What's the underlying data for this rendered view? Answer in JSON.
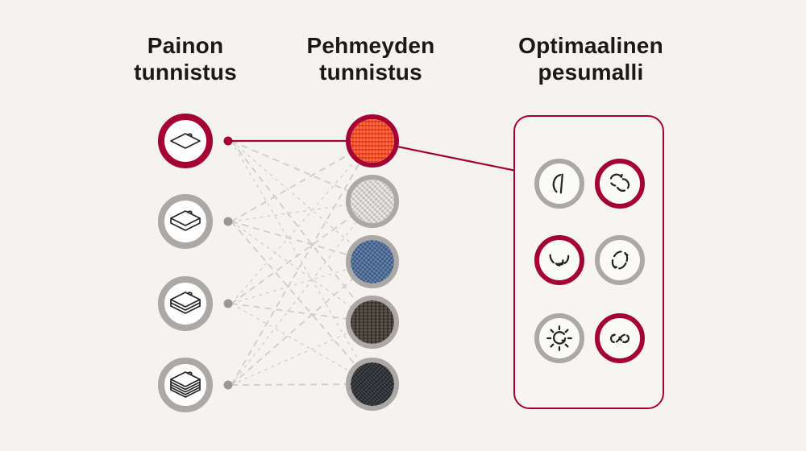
{
  "colors": {
    "background": "#f4f3f2",
    "accent": "#a50034",
    "gray_ring": "#aba8a5",
    "gray_dot": "#9a9795",
    "dashed_line": "#cfccc9",
    "icon_stroke": "#232321",
    "box_fill": "#f6f5f4",
    "node_fill": "#ffffff",
    "title_color": "#1a1918"
  },
  "columns": [
    {
      "id": "weight",
      "title_lines": [
        "Painon",
        "tunnistus"
      ]
    },
    {
      "id": "softness",
      "title_lines": [
        "Pehmeyden",
        "tunnistus"
      ]
    },
    {
      "id": "program",
      "title_lines": [
        "Optimaalinen",
        "pesumalli"
      ]
    }
  ],
  "weight_nodes": [
    {
      "name": "load-single-sheet",
      "icon": "fabric-sheet-icon",
      "layers": 1,
      "highlighted": true
    },
    {
      "name": "load-thin-stack",
      "icon": "fabric-slab-icon",
      "layers": 2,
      "highlighted": false
    },
    {
      "name": "load-medium-stack",
      "icon": "fabric-stack-3-icon",
      "layers": 3,
      "highlighted": false
    },
    {
      "name": "load-large-stack",
      "icon": "fabric-stack-5-icon",
      "layers": 5,
      "highlighted": false
    }
  ],
  "softness_nodes": [
    {
      "name": "fabric-orange-knit",
      "texture": "orange-knit",
      "base_color": "#fb4f2a",
      "highlighted": true
    },
    {
      "name": "fabric-gray-linen",
      "texture": "gray-linen",
      "base_color": "#d7d5d2",
      "highlighted": false
    },
    {
      "name": "fabric-blue-denim",
      "texture": "blue-denim",
      "base_color": "#4d6f9a",
      "highlighted": false
    },
    {
      "name": "fabric-dark-wool",
      "texture": "dark-wool",
      "base_color": "#4c453c",
      "highlighted": false
    },
    {
      "name": "fabric-charcoal-knit",
      "texture": "charcoal-knit",
      "base_color": "#32343b",
      "highlighted": false
    }
  ],
  "program_nodes": [
    {
      "name": "program-drum-motion",
      "icon": "drum-motion-icon",
      "highlighted": false
    },
    {
      "name": "program-double-rotation",
      "icon": "double-rotation-icon",
      "highlighted": true
    },
    {
      "name": "program-swing-motion",
      "icon": "swing-motion-icon",
      "highlighted": true
    },
    {
      "name": "program-rolling-motion",
      "icon": "rolling-motion-icon",
      "highlighted": false
    },
    {
      "name": "program-scrub-motion",
      "icon": "scrub-motion-icon",
      "highlighted": false
    },
    {
      "name": "program-infinity-motion",
      "icon": "infinity-motion-icon",
      "highlighted": true
    }
  ],
  "connections": {
    "type": "full-bipartite",
    "highlighted_path": {
      "from_weight_node": 0,
      "to_softness_node": 0,
      "to_program_box": true
    }
  }
}
